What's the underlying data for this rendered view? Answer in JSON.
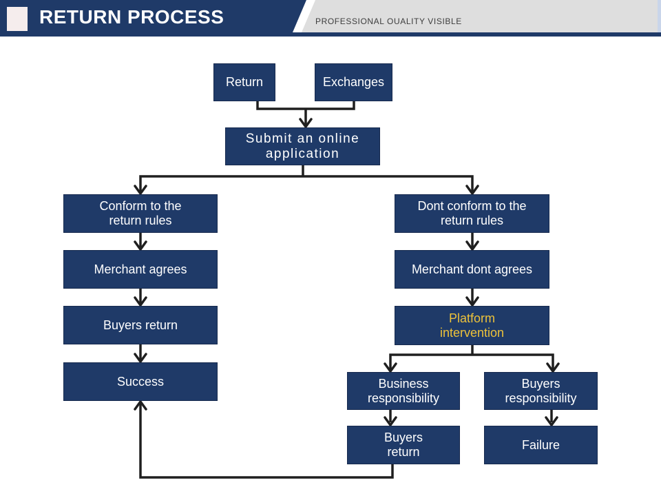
{
  "slide": {
    "header": {
      "title": "RETURN PROCESS",
      "tagline": "PROFESSIONAL OUALITY VISIBLE"
    },
    "colors": {
      "navy": "#1f3a68",
      "header_gray": "#dedede",
      "accent_square": "#f5eded",
      "edge_strip": "#c9d5ea",
      "underline_bar": "#1f3a68",
      "connector_black": "#1f1f1f",
      "node_text": "#ffffff",
      "highlight_text": "#edc23a"
    },
    "flowchart": {
      "nodes": {
        "return": {
          "label": "Return"
        },
        "exchanges": {
          "label": "Exchanges"
        },
        "submit": {
          "label": "Submit an online\napplication"
        },
        "conform": {
          "label": "Conform to the\nreturn rules"
        },
        "merchant_agrees": {
          "label": "Merchant agrees"
        },
        "buyers_return_left": {
          "label": "Buyers return"
        },
        "success": {
          "label": "Success"
        },
        "dont_conform": {
          "label": "Dont conform to the\nreturn rules"
        },
        "merchant_dont_agrees": {
          "label": "Merchant dont agrees"
        },
        "platform_intervention": {
          "label": "Platform\nintervention",
          "text_color": "#edc23a"
        },
        "business_responsibility": {
          "label": "Business\nresponsibility"
        },
        "buyers_responsibility": {
          "label": "Buyers\nresponsibility"
        },
        "buyers_return_bottom": {
          "label": "Buyers\nreturn"
        },
        "failure": {
          "label": "Failure"
        }
      }
    }
  }
}
